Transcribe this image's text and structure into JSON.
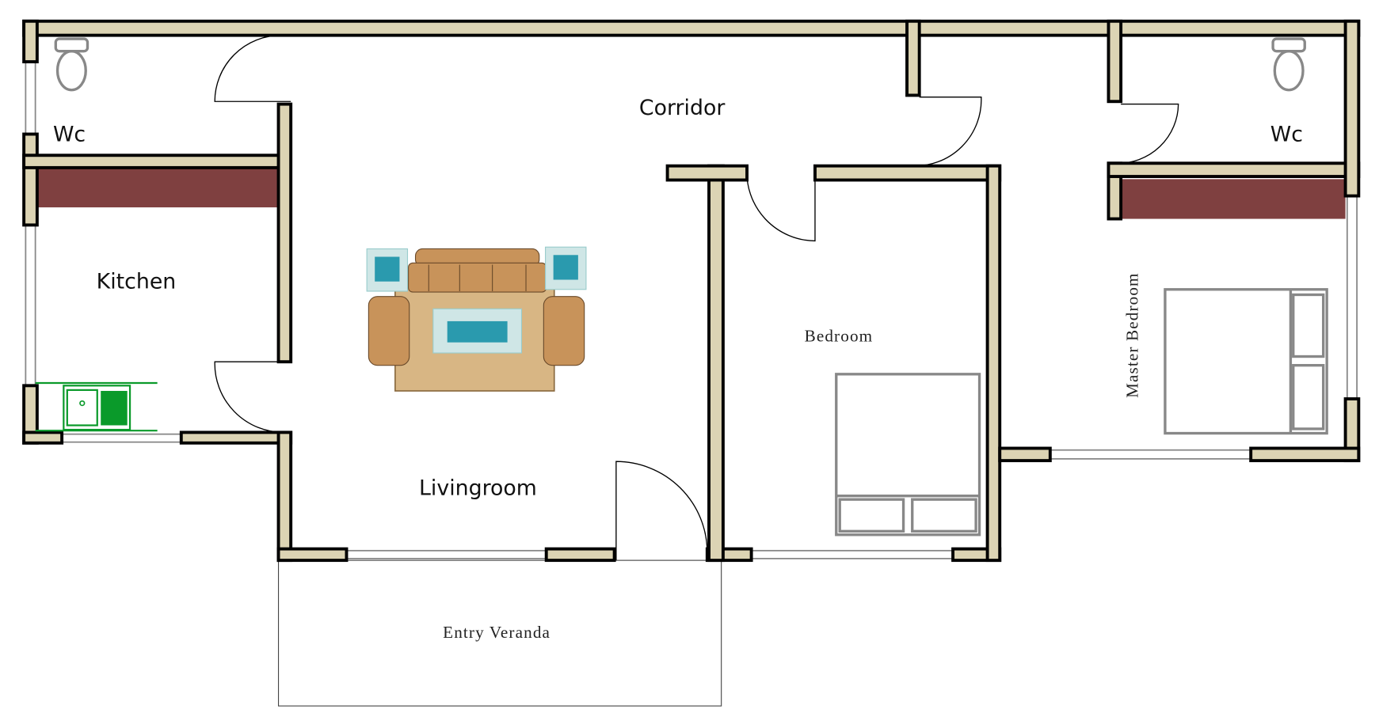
{
  "rooms": {
    "wc_left": "Wc",
    "wc_right": "Wc",
    "kitchen": "Kitchen",
    "corridor": "Corridor",
    "livingroom": "Livingroom",
    "bedroom": "Bedroom",
    "master_bedroom": "Master Bedroom",
    "entry_veranda": "Entry Veranda"
  },
  "colors": {
    "wall": "#dcd4b4",
    "wardrobe": "#7f4040",
    "kitchen_fixture": "#0a9a2a",
    "furniture_outline": "#888888"
  }
}
